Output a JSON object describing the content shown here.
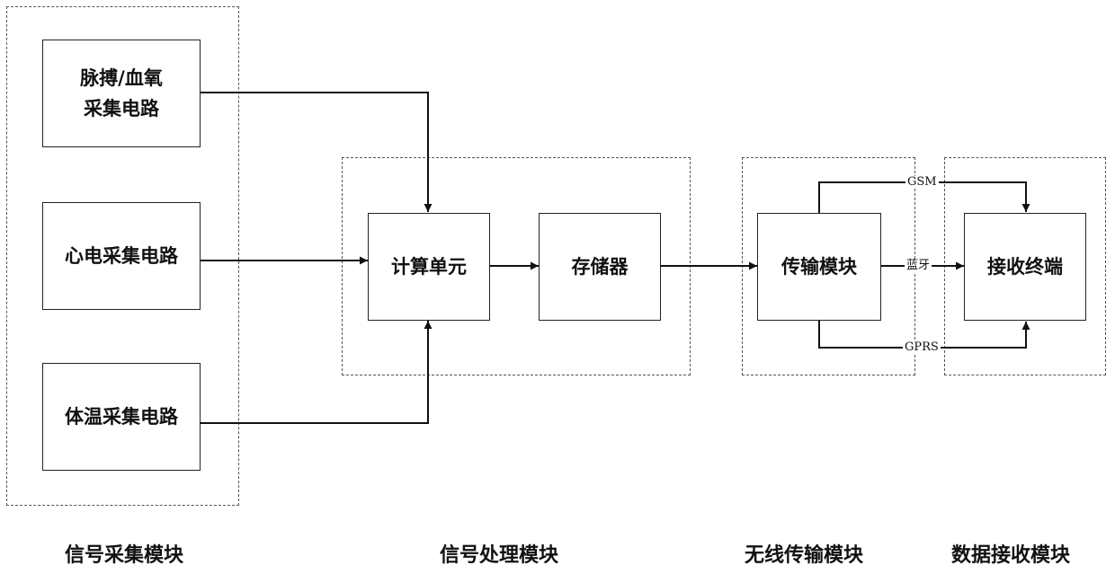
{
  "nodes": {
    "pulse_spo2": {
      "line1": "脉搏/血氧",
      "line2": "采集电路"
    },
    "ecg": "心电采集电路",
    "temperature": "体温采集电路",
    "compute_unit": "计算单元",
    "memory": "存储器",
    "transmission": "传输模块",
    "receiver": "接收终端"
  },
  "edge_labels": {
    "gsm": "GSM",
    "bluetooth": "蓝牙",
    "gprs": "GPRS"
  },
  "groups": {
    "acquisition": "信号采集模块",
    "processing": "信号处理模块",
    "wireless": "无线传输模块",
    "receiving": "数据接收模块"
  }
}
